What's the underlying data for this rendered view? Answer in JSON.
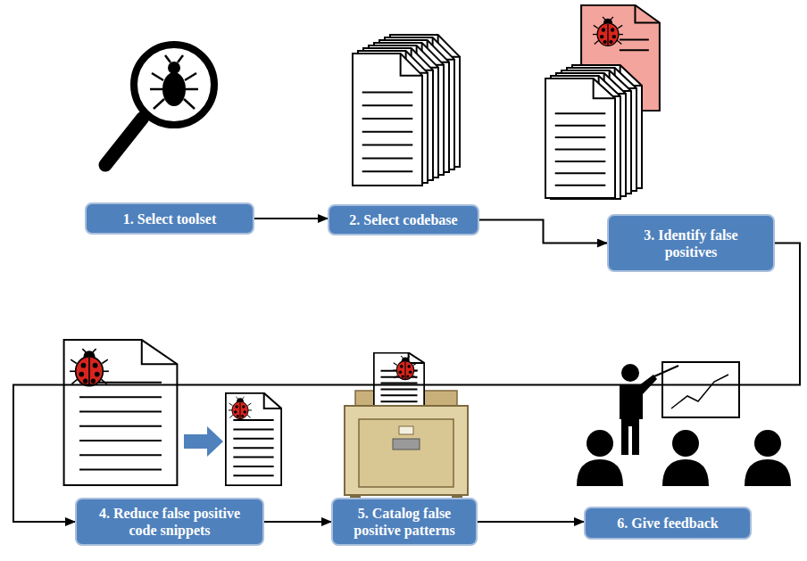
{
  "diagram": {
    "nodes": [
      {
        "text": [
          "1. Select toolset"
        ]
      },
      {
        "text": [
          "2. Select codebase"
        ]
      },
      {
        "text": [
          "3. Identify false positives"
        ]
      },
      {
        "text": [
          "4. Reduce false positive code snippets"
        ]
      },
      {
        "text": [
          "5. Catalog false positive patterns"
        ]
      },
      {
        "text": [
          "6. Give feedback"
        ]
      }
    ],
    "edges": [
      {
        "from": 0,
        "to": 1,
        "arrow": "to"
      },
      {
        "from": 1,
        "to": 2,
        "arrow": "to"
      },
      {
        "from": 2,
        "to": 3,
        "arrow": "to"
      },
      {
        "from": 3,
        "to": 4,
        "arrow": "to"
      },
      {
        "from": 4,
        "to": 5,
        "arrow": "to"
      }
    ]
  }
}
